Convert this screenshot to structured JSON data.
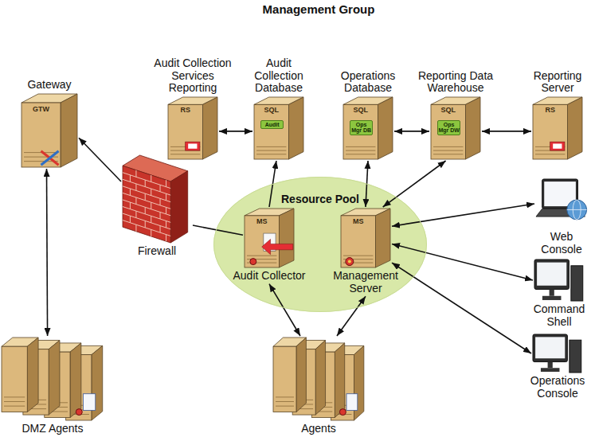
{
  "diagram": {
    "title": "Management Group",
    "nodes": [
      {
        "text": [
          "Gateway",
          "GTW"
        ]
      },
      {
        "text": [
          "Audit Collection Services Reporting",
          "RS"
        ]
      },
      {
        "text": [
          "Audit Collection Database",
          "SQL",
          "Audit"
        ]
      },
      {
        "text": [
          "Operations Database",
          "SQL",
          "Ops Mgr DB"
        ]
      },
      {
        "text": [
          "Reporting Data Warehouse",
          "SQL",
          "Ops Mgr DW"
        ]
      },
      {
        "text": [
          "Reporting Server",
          "RS"
        ]
      },
      {
        "text": [
          "Firewall"
        ]
      },
      {
        "text": [
          "Resource Pool"
        ]
      },
      {
        "text": [
          "Audit Collector",
          "MS"
        ],
        "in": 7
      },
      {
        "text": [
          "Management Server",
          "MS"
        ],
        "in": 7
      },
      {
        "text": [
          "Web Console"
        ]
      },
      {
        "text": [
          "Command Shell"
        ]
      },
      {
        "text": [
          "Operations Console"
        ]
      },
      {
        "text": [
          "DMZ Agents"
        ]
      },
      {
        "text": [
          "Agents"
        ]
      }
    ],
    "edges": [
      {
        "from": 13,
        "to": 0,
        "arrow": "both"
      },
      {
        "from": 1,
        "to": 2,
        "arrow": "both"
      },
      {
        "from": 8,
        "to": 2,
        "arrow": "to"
      },
      {
        "from": 3,
        "to": 4,
        "arrow": "both"
      },
      {
        "from": 4,
        "to": 5,
        "arrow": "both"
      },
      {
        "from": 9,
        "to": 3,
        "arrow": "both"
      },
      {
        "from": 9,
        "to": 4,
        "arrow": "both"
      },
      {
        "from": 6,
        "to": 0,
        "arrow": "to"
      },
      {
        "from": 8,
        "to": 6,
        "arrow": "none"
      },
      {
        "from": 9,
        "to": 10,
        "arrow": "both"
      },
      {
        "from": 9,
        "to": 11,
        "arrow": "both"
      },
      {
        "from": 9,
        "to": 12,
        "arrow": "both"
      },
      {
        "from": 14,
        "to": 8,
        "arrow": "both"
      },
      {
        "from": 14,
        "to": 9,
        "arrow": "both"
      }
    ]
  }
}
